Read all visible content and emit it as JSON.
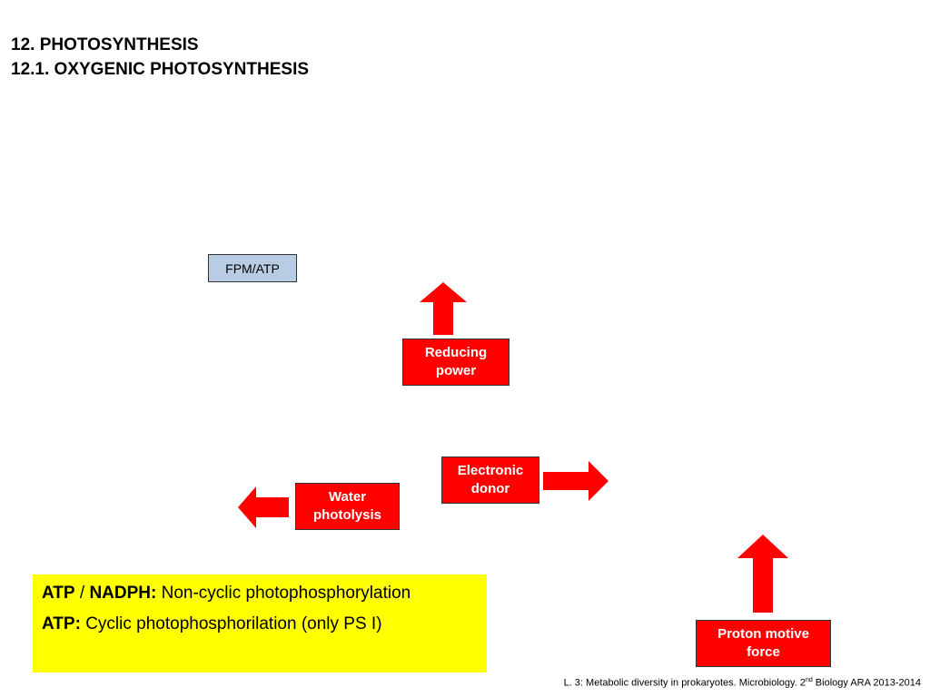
{
  "title": {
    "line1": "12. PHOTOSYNTHESIS",
    "line2": "12.1. OXYGENIC PHOTOSYNTHESIS"
  },
  "diagram": {
    "fpm_atp": "FPM/ATP",
    "reducing_power": [
      "Reducing",
      "power"
    ],
    "electronic_donor": [
      "Electronic",
      "donor"
    ],
    "water_photolysis": [
      "Water",
      "photolysis"
    ],
    "proton_motive_force": [
      "Proton motive",
      "force"
    ]
  },
  "note": {
    "line1_bold_a": "ATP",
    "line1_sep": " / ",
    "line1_bold_b": "NADPH:",
    "line1_text": " Non-cyclic photophosphorylation",
    "line2_bold": "ATP:",
    "line2_text": " Cyclic photophosphorilation (only PS I)"
  },
  "footer": {
    "before_sup": "L. 3: Metabolic diversity in prokaryotes.  Microbiology. 2",
    "sup": "nd",
    "after_sup": " Biology ARA  2013-2014"
  },
  "colors": {
    "arrow": "#ff0000",
    "box_red": "#ff0000",
    "box_blue": "#b8cce4",
    "note_bg": "#ffff00"
  }
}
